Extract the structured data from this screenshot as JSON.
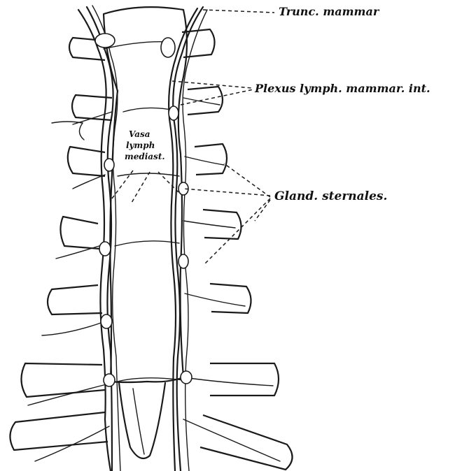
{
  "labels": {
    "truncus": "Trunc. mammar",
    "plexus": "Plexus lymph. mammar. int.",
    "vasa_line1": "Vasa",
    "vasa_line2": "lymph",
    "vasa_line3": "mediast.",
    "glands": "Gland. sternales."
  },
  "colors": {
    "ink": "#1a1a1a",
    "paper": "#ffffff"
  }
}
